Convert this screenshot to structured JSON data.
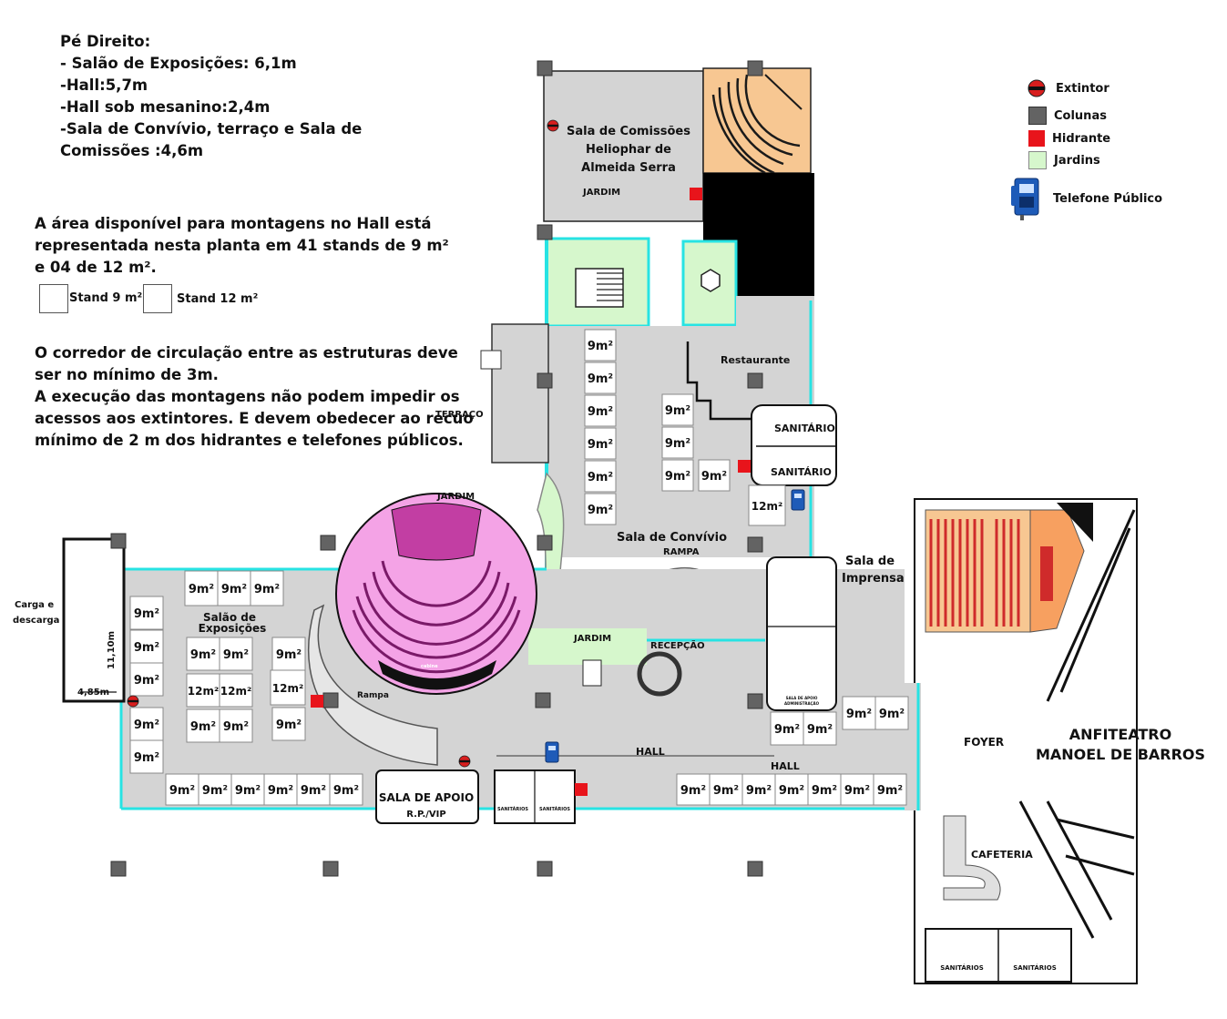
{
  "notes": {
    "heading": "Pé Direito:",
    "lines": [
      "- Salão de Exposições: 6,1m",
      "-Hall:5,7m",
      "-Hall sob mesanino:2,4m",
      "-Sala de Convívio, terraço e Sala de",
      "Comissões :4,6m"
    ]
  },
  "availability": {
    "lines": [
      "A área disponível para montagens no Hall está",
      "representada nesta planta em 41 stands de 9 m²",
      "e 04 de 12 m²."
    ],
    "stand9_label": "Stand 9 m²",
    "stand12_label": "Stand 12 m²"
  },
  "rules": {
    "lines": [
      "O corredor de circulação entre as estruturas deve",
      "ser no mínimo de 3m.",
      "A execução das montagens não podem impedir os",
      "acessos aos extintores. E devem obedecer ao recuo",
      "mínimo de 2 m dos hidrantes e telefones públicos."
    ]
  },
  "legend": {
    "extintor": "Extintor",
    "colunas": "Colunas",
    "hidrante": "Hidrante",
    "jardins": "Jardins",
    "telefone": "Telefone Público"
  },
  "colors": {
    "floor": "#d4d4d4",
    "wall_cyan": "#27e3e3",
    "garden": "#d6f7cc",
    "column": "#636363",
    "hydrant": "#e8141b",
    "extintor": "#d81e1e",
    "auditorium_pink": "#f4a3e6",
    "auditorium_stage": "#c23ea3",
    "amphitheater_fill": "#f7c792",
    "seat_red": "#cf2b2b"
  },
  "rooms": {
    "sala_comissoes": [
      "Sala de Comissões",
      "Heliophar de",
      "Almeida Serra"
    ],
    "jardim": "JARDIM",
    "restaurante": "Restaurante",
    "sanitario": "SANITÁRIO",
    "terraco": "TERRAÇO",
    "sala_convivio": "Sala de Convívio",
    "rampa": "RAMPA",
    "rampa_small": "Rampa",
    "sala_imprensa": [
      "Sala de",
      "Imprensa"
    ],
    "recepcao": "RECEPÇÃO",
    "carga": [
      "Carga e",
      "descarga"
    ],
    "dim_h": "11,10m",
    "dim_w": "4,85m",
    "salao": [
      "Salão de",
      "Exposições"
    ],
    "hall": "HALL",
    "sala_apoio": [
      "SALA DE APOIO",
      "R.P./VIP"
    ],
    "sanitarios": "SANITÁRIOS",
    "sala_apoio_adm": [
      "SALA DE APOIO",
      "ADMINISTRAÇÃO"
    ],
    "foyer": "FOYER",
    "anfiteatro": [
      "ANFITEATRO",
      "MANOEL DE BARROS"
    ],
    "cafeteria": "CAFETERIA",
    "cabine": "cabine"
  },
  "stands": {
    "s9": "9m²",
    "s12": "12m²"
  }
}
